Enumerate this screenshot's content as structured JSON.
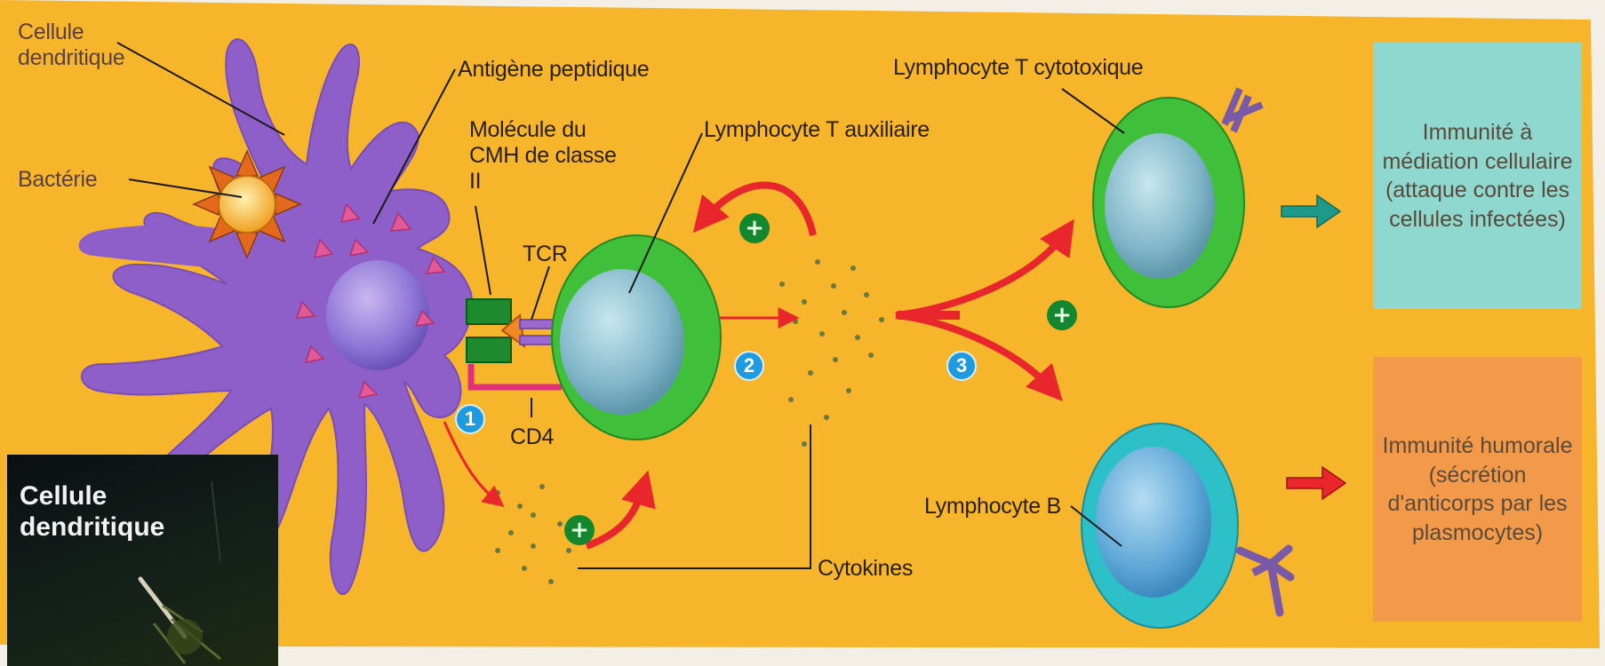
{
  "labels": {
    "dendritic_cell": "Cellule dendritique",
    "bacteria": "Bactérie",
    "peptide_antigen": "Antigène peptidique",
    "mhc": "Molécule du CMH de classe II",
    "tcr": "TCR",
    "cd4": "CD4",
    "helper_t": "Lymphocyte T auxiliaire",
    "cytotoxic_t": "Lymphocyte T cytotoxique",
    "b_cell": "Lymphocyte B",
    "cytokines": "Cytokines"
  },
  "steps": [
    "1",
    "2",
    "3"
  ],
  "plus_sign": "+",
  "outcomes": {
    "cellular": "Immunité à médiation cellulaire (attaque contre les cellules infectées)",
    "humoral": "Immunité humorale (sécrétion d'anticorps par les plasmocytes)"
  },
  "photo_caption": "Cellule dendritique",
  "colors": {
    "background": "#f7b52c",
    "dendritic_cell": "#8e5fc8",
    "helper_t": "#3fbf3a",
    "b_cell": "#2ec0c8",
    "arrow": "#e8262b",
    "cellular_box": "#8fd8d0",
    "humoral_box": "#f39a4a",
    "step_badge": "#1e9ae0",
    "plus_badge": "#13872d"
  }
}
